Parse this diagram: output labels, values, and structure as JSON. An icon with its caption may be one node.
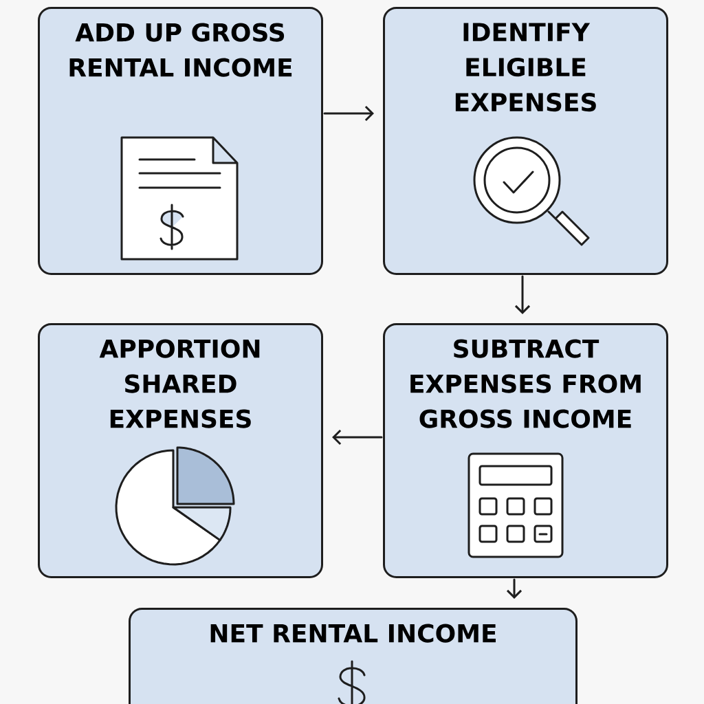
{
  "diagram": {
    "nodes": [
      {
        "text": [
          "ADD UP GROSS RENTAL INCOME"
        ]
      },
      {
        "text": [
          "IDENTIFY ELIGIBLE EXPENSES"
        ]
      },
      {
        "text": [
          "APPORTION SHARED EXPENSES"
        ]
      },
      {
        "text": [
          "SUBTRACT EXPENSES FROM GROSS INCOME"
        ]
      },
      {
        "text": [
          "NET RENTAL INCOME"
        ]
      }
    ],
    "edges": [
      {
        "from": 0,
        "to": 1,
        "arrow": "to"
      },
      {
        "from": 1,
        "to": 3,
        "arrow": "to"
      },
      {
        "from": 3,
        "to": 2,
        "arrow": "to"
      },
      {
        "from": 3,
        "to": 4,
        "arrow": "to"
      }
    ]
  }
}
